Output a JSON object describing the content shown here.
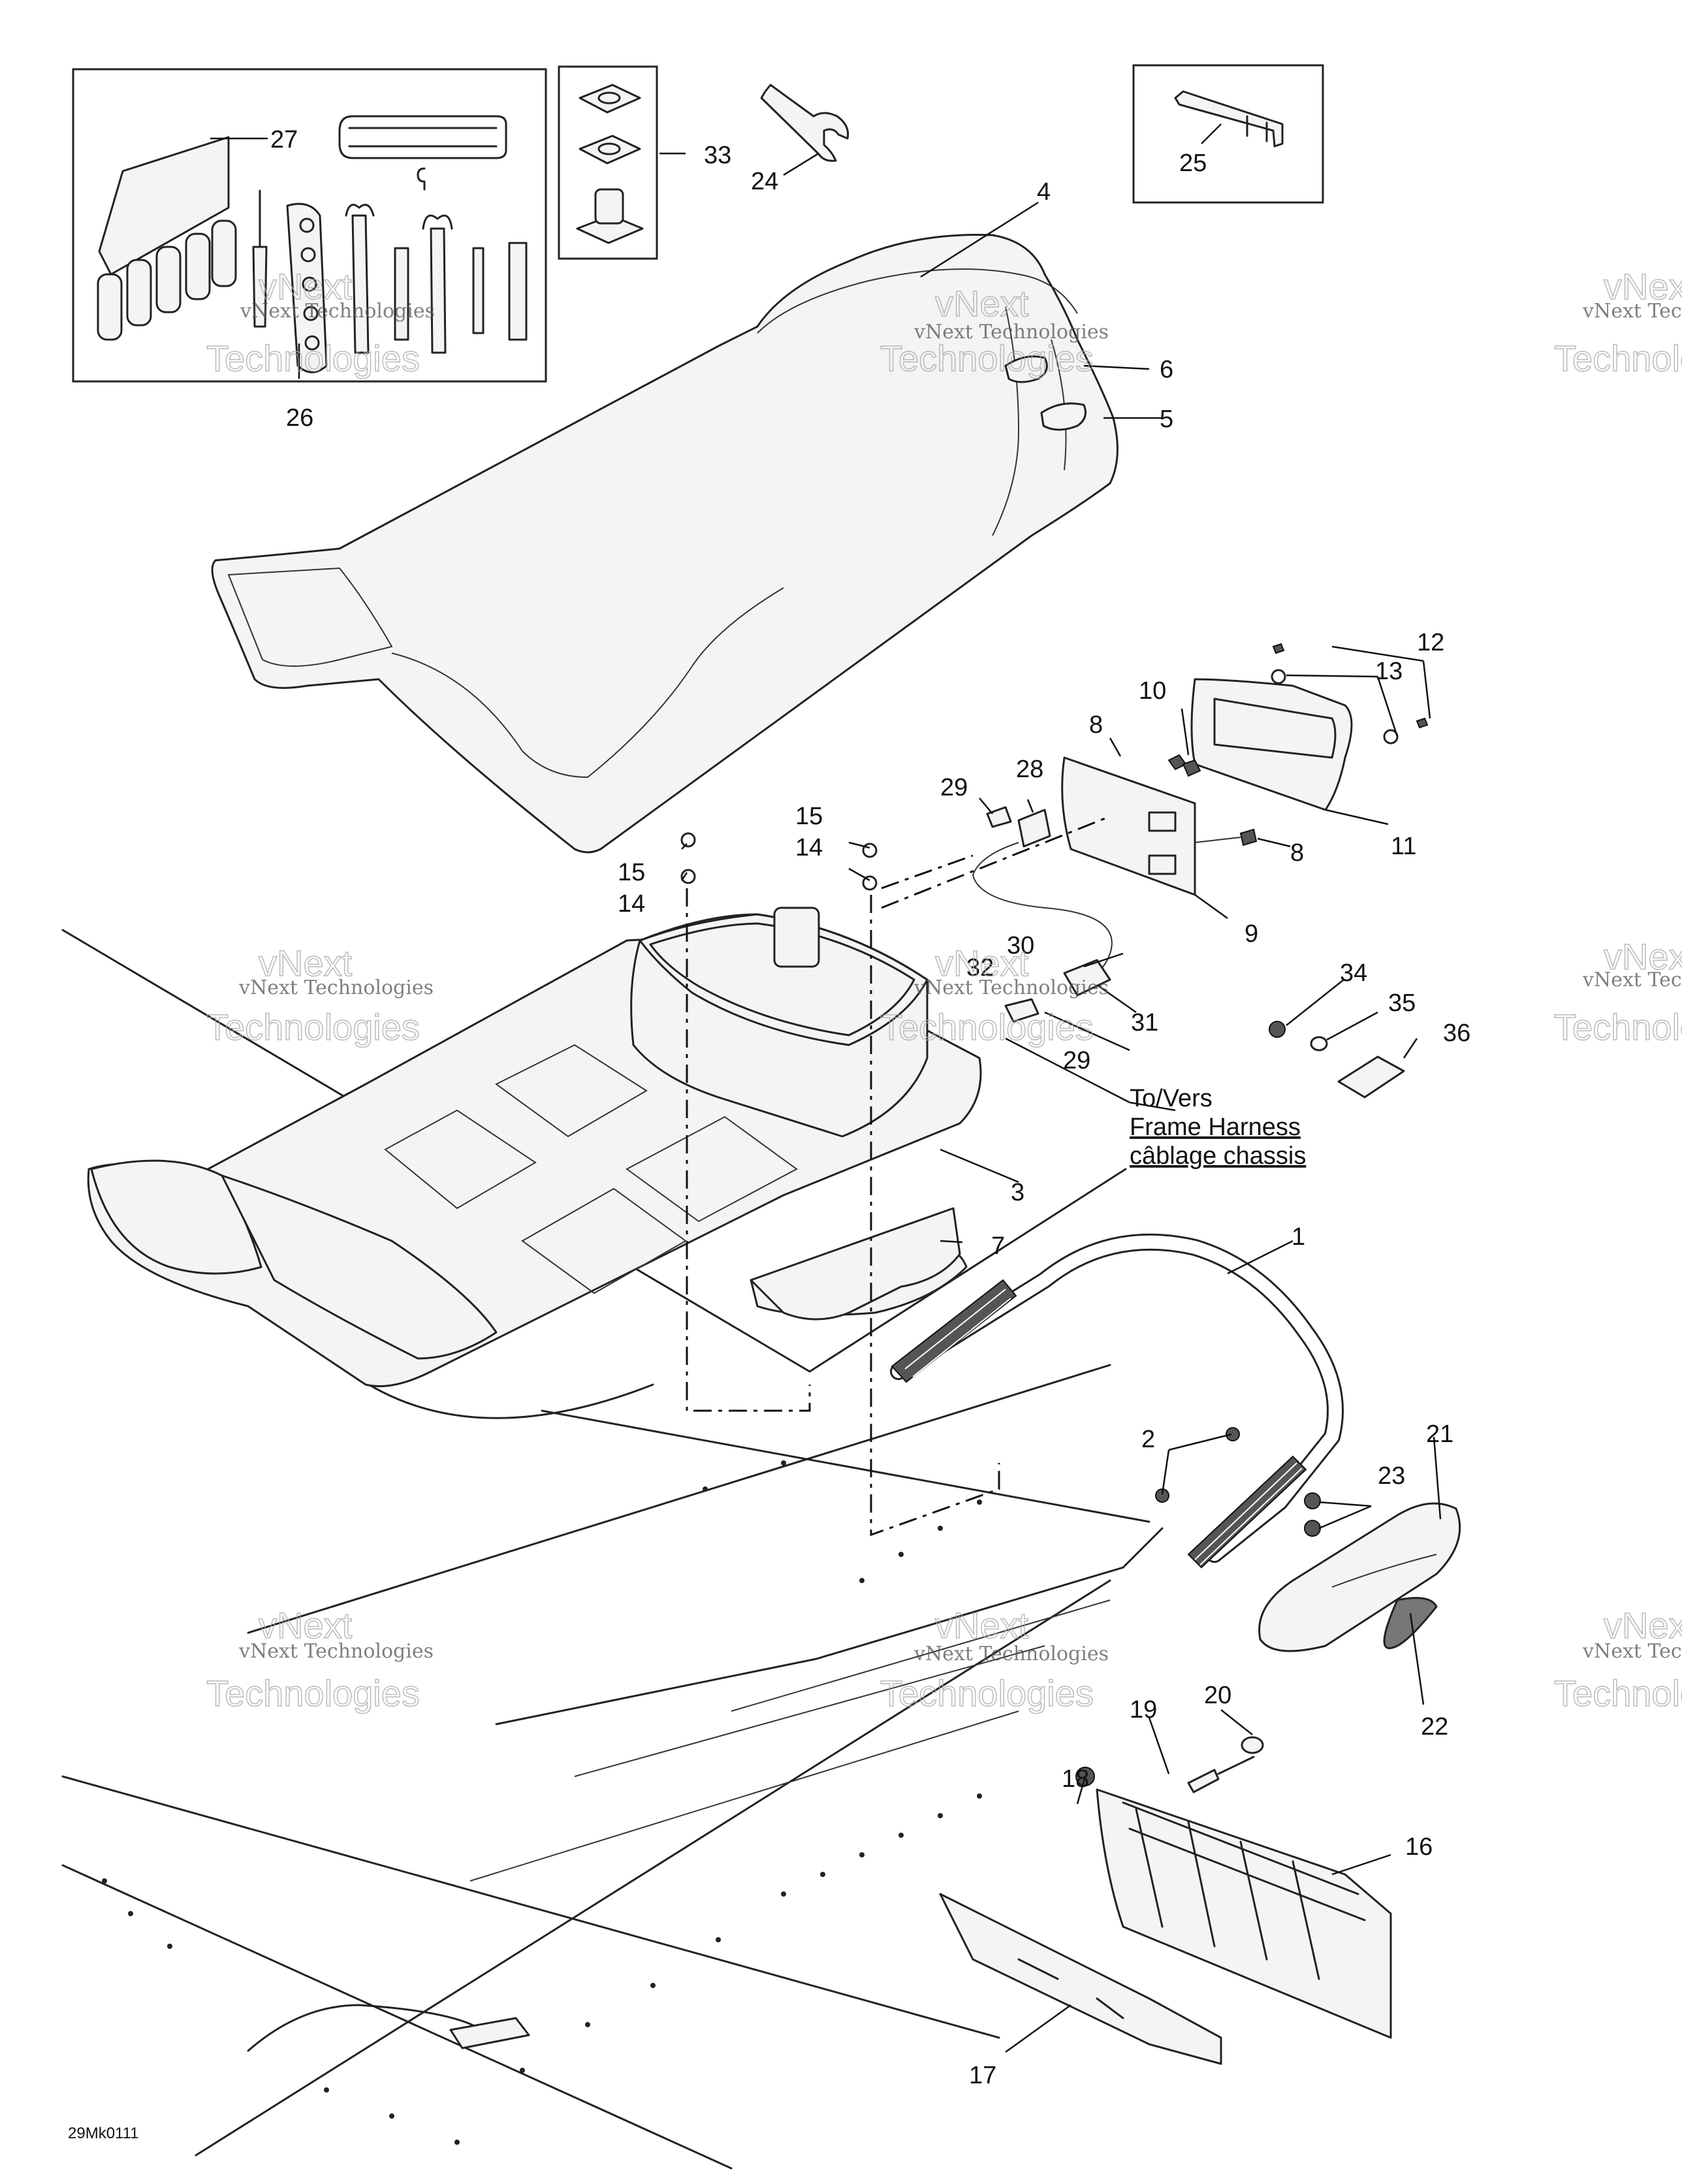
{
  "callouts": {
    "c1": "1",
    "c2": "2",
    "c3": "3",
    "c4": "4",
    "c5": "5",
    "c6": "6",
    "c7": "7",
    "c8": "8",
    "c9": "9",
    "c10": "10",
    "c11": "11",
    "c12": "12",
    "c13": "13",
    "c14": "14",
    "c15": "15",
    "c16": "16",
    "c17": "17",
    "c18": "18",
    "c19": "19",
    "c20": "20",
    "c21": "21",
    "c22": "22",
    "c23": "23",
    "c24": "24",
    "c25": "25",
    "c26": "26",
    "c27": "27",
    "c28": "28",
    "c29": "29",
    "c30": "30",
    "c31": "31",
    "c32": "32",
    "c33": "33",
    "c34": "34",
    "c35": "35",
    "c36": "36"
  },
  "note": {
    "line1": "To/Vers",
    "line2": "Frame Harness",
    "line3": "câblage chassis"
  },
  "watermark": {
    "small": "vNext Technologies",
    "big_line1": "vNext",
    "big_line2": "Technologies"
  },
  "figure_code": "29Mk0111"
}
